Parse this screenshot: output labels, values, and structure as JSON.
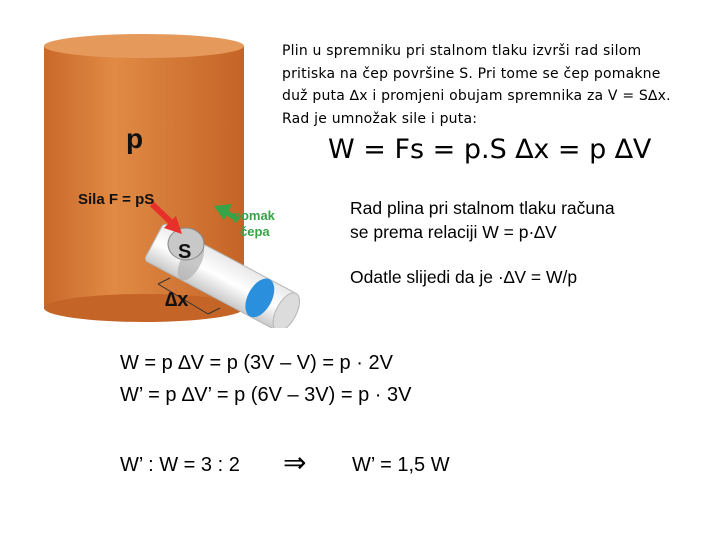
{
  "figure": {
    "cylinder_color": "#d9803a",
    "plug_color": "#2a8fdc",
    "arrow_color": "#e8302a",
    "pomak_color": "#37a447",
    "labels": {
      "p": "p",
      "sila": "Sila  F = pS",
      "s": "S",
      "pomak": "pomak\nčepa",
      "dx": "∆x"
    }
  },
  "text": {
    "intro": "Plin u spremniku pri stalnom tlaku izvrši rad silom\npritiska na čep površine S. Pri tome se čep pomakne\nduž puta ∆x i promjeni obujam spremnika za V = S∆x.\nRad je umnožak sile i puta:",
    "eq_main": "W = Fs = p.S ∆x = p ∆V",
    "rad": "Rad plina pri stalnom tlaku računa\nse prema relaciji W = p·∆V",
    "odatle": "Odatle slijedi da je ·∆V  =  W/p",
    "calc1": "W = p ∆V = p (3V – V) = p · 2V",
    "calc2": "W’ = p ∆V’ = p (6V – 3V) = p · 3V",
    "ratio": "W’ : W = 3 : 2",
    "implies": "⇒",
    "result": "W’ = 1,5 W"
  }
}
